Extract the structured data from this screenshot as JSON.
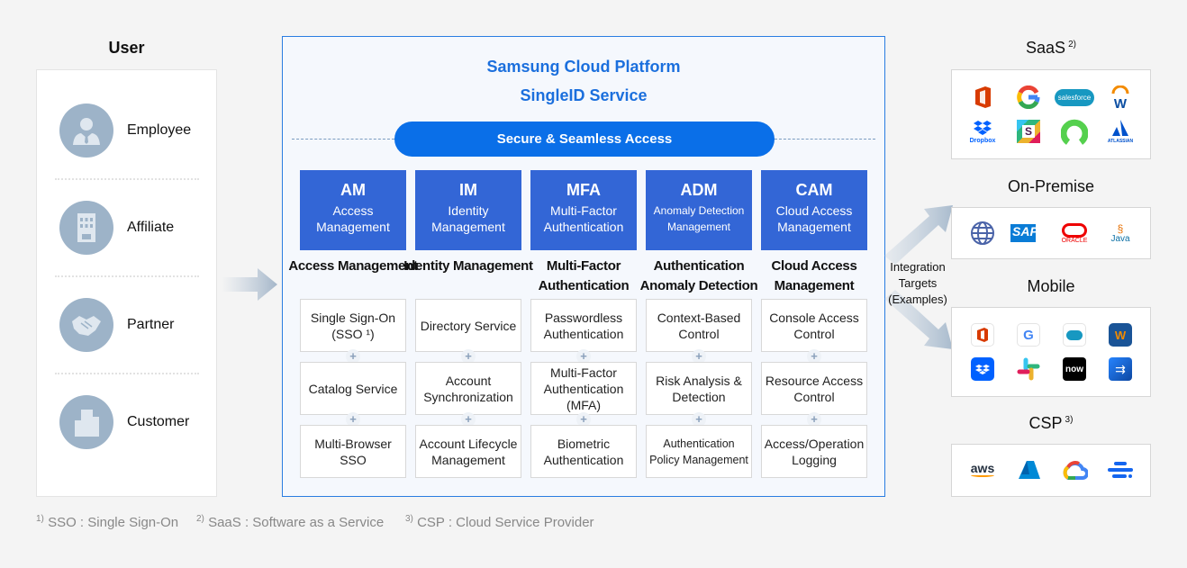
{
  "user": {
    "title": "User",
    "items": [
      {
        "label": "Employee",
        "icon": "employee-icon"
      },
      {
        "label": "Affiliate",
        "icon": "building-icon"
      },
      {
        "label": "Partner",
        "icon": "handshake-icon"
      },
      {
        "label": "Customer",
        "icon": "office-towers-icon"
      }
    ]
  },
  "platform": {
    "title_line1": "Samsung Cloud Platform",
    "title_line2": "SingleID Service",
    "banner": "Secure & Seamless Access",
    "modules": [
      {
        "abbr": "AM",
        "full": "Access Management",
        "label": "Access Management",
        "features": [
          "Single Sign-On (SSO ¹)",
          "Catalog Service",
          "Multi-Browser SSO"
        ]
      },
      {
        "abbr": "IM",
        "full": "Identity Management",
        "label": "Identity Management",
        "features": [
          "Directory Service",
          "Account Synchronization",
          "Account Lifecycle Management"
        ]
      },
      {
        "abbr": "MFA",
        "full": "Multi-Factor Authentication",
        "label": "Multi-Factor Authentication",
        "features": [
          "Passwordless Authentication",
          "Multi-Factor Authentication (MFA)",
          "Biometric Authentication"
        ]
      },
      {
        "abbr": "ADM",
        "full": "Anomaly Detection Management",
        "label": "Authentication Anomaly Detection",
        "features": [
          "Context-Based Control",
          "Risk Analysis & Detection",
          "Authentication Policy Management"
        ]
      },
      {
        "abbr": "CAM",
        "full": "Cloud Access Management",
        "label": "Cloud Access Management",
        "features": [
          "Console Access Control",
          "Resource Access Control",
          "Access/Operation Logging"
        ]
      }
    ],
    "accent": "#3366d6"
  },
  "integration": {
    "label": "Integration Targets (Examples)"
  },
  "targets": {
    "saas": {
      "title": "SaaS",
      "sup": "2)",
      "logos": [
        "microsoft-office",
        "google",
        "salesforce",
        "workday",
        "dropbox",
        "slack",
        "okta-like",
        "atlassian"
      ]
    },
    "onprem": {
      "title": "On-Premise",
      "logos": [
        "globe-web",
        "sap",
        "oracle",
        "java"
      ]
    },
    "mobile": {
      "title": "Mobile",
      "logos": [
        "microsoft-office-app",
        "google-app",
        "salesforce-app",
        "workday-app",
        "dropbox-app",
        "slack-app",
        "servicenow-app",
        "jira-app"
      ]
    },
    "csp": {
      "title": "CSP",
      "sup": "3)",
      "logos": [
        "aws",
        "azure",
        "google-cloud",
        "samsung-cloud-platform"
      ]
    }
  },
  "logo_text": {
    "salesforce": "salesforce",
    "dropbox": "Dropbox",
    "atlassian": "ATLASSIAN",
    "sap": "SAP",
    "oracle": "ORACLE",
    "java": "Java",
    "now": "now",
    "aws": "aws",
    "slack": "S"
  },
  "footnotes": [
    {
      "num": "1)",
      "text": "SSO : Single Sign-On"
    },
    {
      "num": "2)",
      "text": "SaaS : Software as a Service"
    },
    {
      "num": "3)",
      "text": "CSP : Cloud Service Provider"
    }
  ]
}
